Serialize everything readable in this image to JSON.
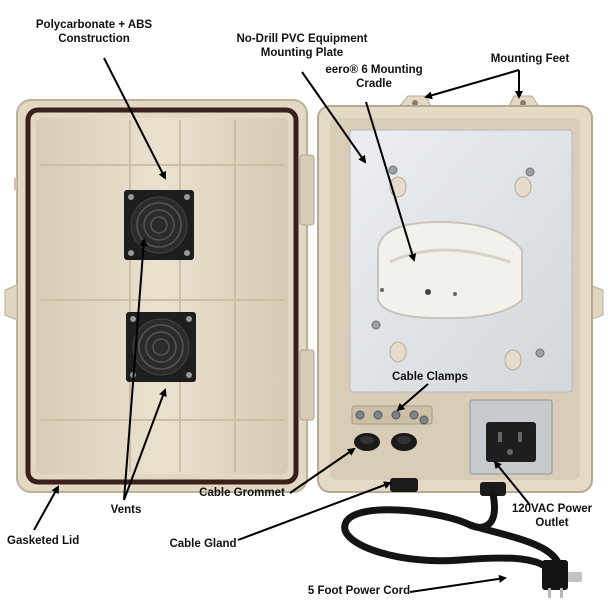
{
  "labels": {
    "polycarbonate": [
      "Polycarbonate + ABS",
      "Construction"
    ],
    "mounting_plate": [
      "No-Drill PVC Equipment",
      "Mounting Plate"
    ],
    "eero_cradle": [
      "eero® 6 Mounting",
      "Cradle"
    ],
    "mounting_feet": "Mounting Feet",
    "cable_clamps": "Cable Clamps",
    "cable_grommet": "Cable Grommet",
    "vents": "Vents",
    "power_outlet": [
      "120VAC Power",
      "Outlet"
    ],
    "gasketed_lid": "Gasketed Lid",
    "cable_gland": "Cable Gland",
    "power_cord": "5 Foot Power Cord"
  },
  "colors": {
    "enclosure_beige": "#e6dccb",
    "enclosure_shadow": "#cfc2ab",
    "gasket": "#3a1f1a",
    "plate_gray": "#dfe2e6",
    "fan_black": "#1e1e1e",
    "cord_black": "#141414",
    "outlet_box": "#c7cbcf"
  },
  "icons": [
    "fan-vent-icon",
    "outlet-icon",
    "screw-icon"
  ]
}
